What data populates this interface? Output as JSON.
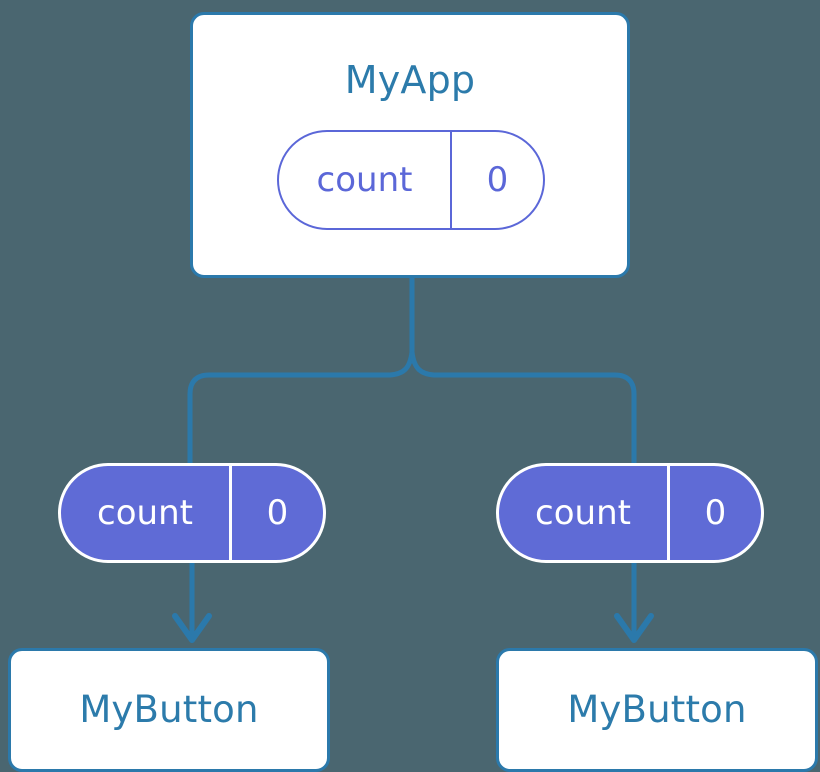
{
  "diagram": {
    "title": "React state propagation tree",
    "background_color": "#4a6670",
    "accent_blue": "#2b79ab",
    "state_purple": "#5f6bd6",
    "state_outline_purple": "#5b67d8",
    "box_fill": "#ffffff"
  },
  "root": {
    "component_name": "MyApp",
    "state": {
      "key": "count",
      "value": "0"
    }
  },
  "branches": [
    {
      "state": {
        "key": "count",
        "value": "0"
      },
      "component_name": "MyButton"
    },
    {
      "state": {
        "key": "count",
        "value": "0"
      },
      "component_name": "MyButton"
    }
  ],
  "connectors": {
    "root_to_split_label": "state-flows-down",
    "split_to_branch_label": "props-branch",
    "pill_to_leaf_label": "props-arrow"
  }
}
